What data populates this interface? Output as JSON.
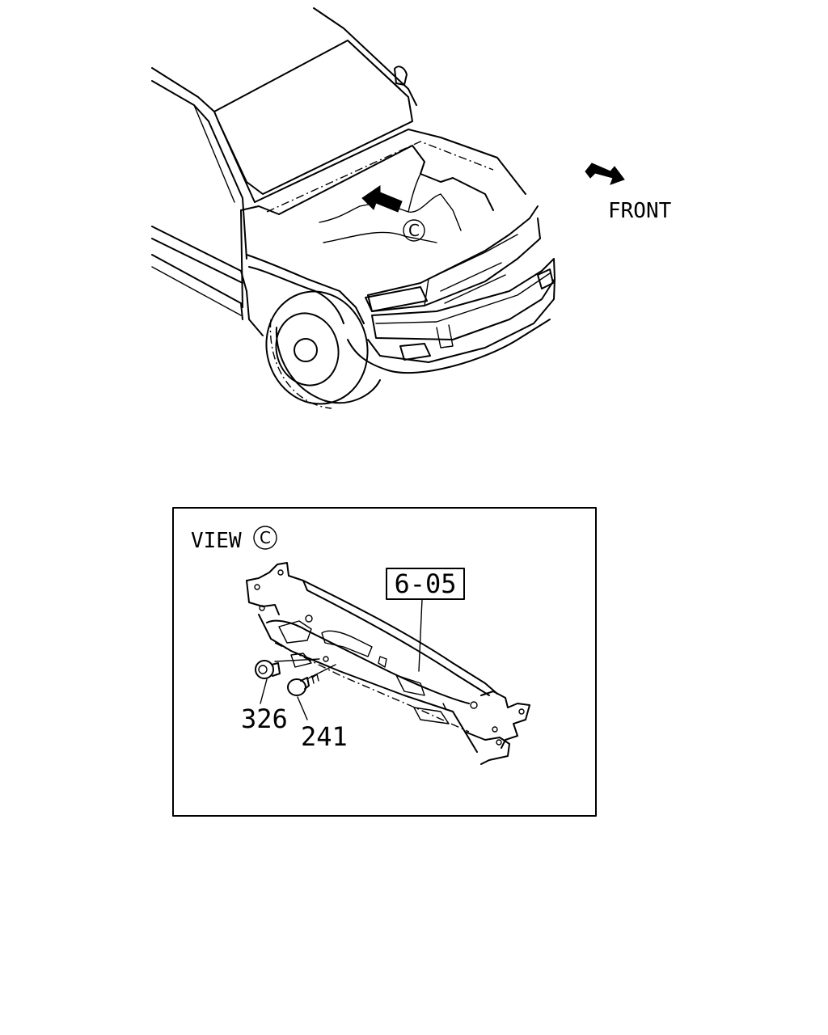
{
  "labels": {
    "front": "FRONT",
    "view_prefix": "VIEW",
    "view_marker": "C",
    "overview_marker": "C",
    "section_ref": "6-05",
    "part_326": "326",
    "part_241": "241"
  },
  "colors": {
    "ink": "#000000",
    "paper": "#ffffff"
  },
  "icons": {
    "front_arrow": "direction-arrow-icon",
    "view_arrow": "view-direction-arrow-icon"
  }
}
